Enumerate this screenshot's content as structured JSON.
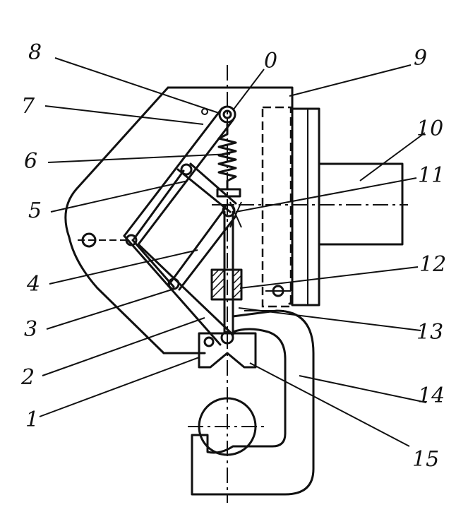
{
  "labels": {
    "l0": "0",
    "l1": "1",
    "l2": "2",
    "l3": "3",
    "l4": "4",
    "l5": "5",
    "l6": "6",
    "l7": "7",
    "l8": "8",
    "l9": "9",
    "l10": "10",
    "l11": "11",
    "l12": "12",
    "l13": "13",
    "l14": "14",
    "l15": "15"
  }
}
